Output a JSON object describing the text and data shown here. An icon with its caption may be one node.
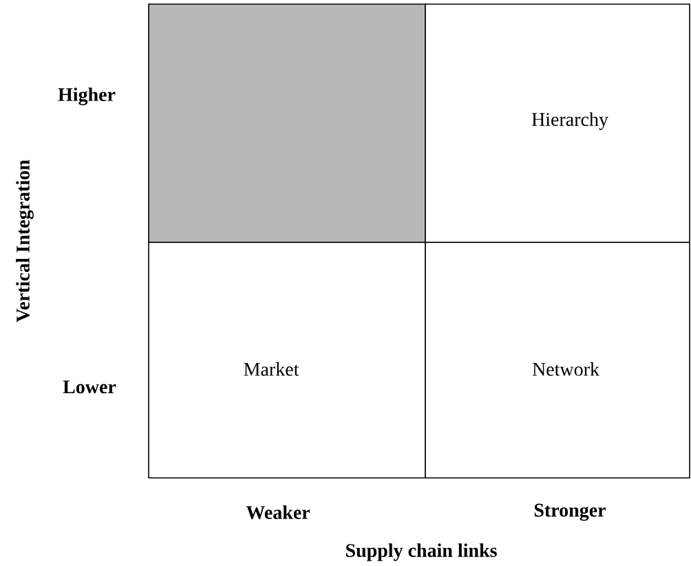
{
  "diagram": {
    "nodes": [
      {
        "text": [],
        "shape": "box"
      },
      {
        "text": [
          "Hierarchy"
        ]
      },
      {
        "text": [
          "Market"
        ]
      },
      {
        "text": [
          "Network"
        ]
      }
    ],
    "labels": [
      "Higher",
      "Vertical Integration",
      "Lower",
      "Weaker",
      "Stronger",
      "Supply chain links"
    ]
  }
}
